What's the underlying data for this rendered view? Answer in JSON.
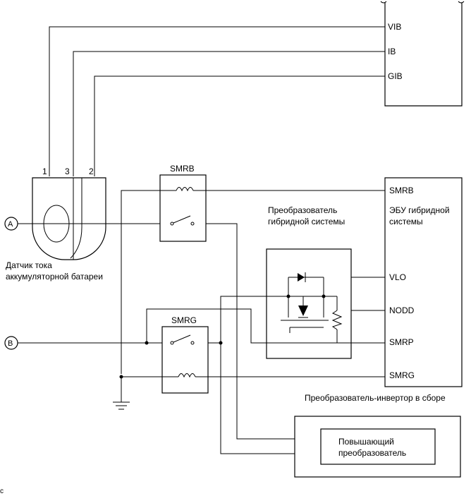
{
  "ecu_pins_top": {
    "vib": "VIB",
    "ib": "IB",
    "gib": "GIB"
  },
  "sensor": {
    "pin1": "1",
    "pin3": "3",
    "pin2": "2",
    "label_line1": "Датчик тока",
    "label_line2": "аккумуляторной батареи"
  },
  "relays": {
    "smrb": "SMRB",
    "smrg": "SMRG"
  },
  "connectors": {
    "a": "A",
    "b": "B"
  },
  "hv_ecu": {
    "title_line1": "ЭБУ гибридной",
    "title_line2": "системы",
    "pins": {
      "smrb": "SMRB",
      "vlo": "VLO",
      "nodd": "NODD",
      "smrp": "SMRP",
      "smrg": "SMRG"
    }
  },
  "converter": {
    "label_line1": "Преобразователь",
    "label_line2": "гибридной системы"
  },
  "inverter_assembly": "Преобразователь-инвертор в сборе",
  "boost_converter": {
    "label_line1": "Повышающий",
    "label_line2": "преобразователь"
  },
  "corner_mark": "c"
}
